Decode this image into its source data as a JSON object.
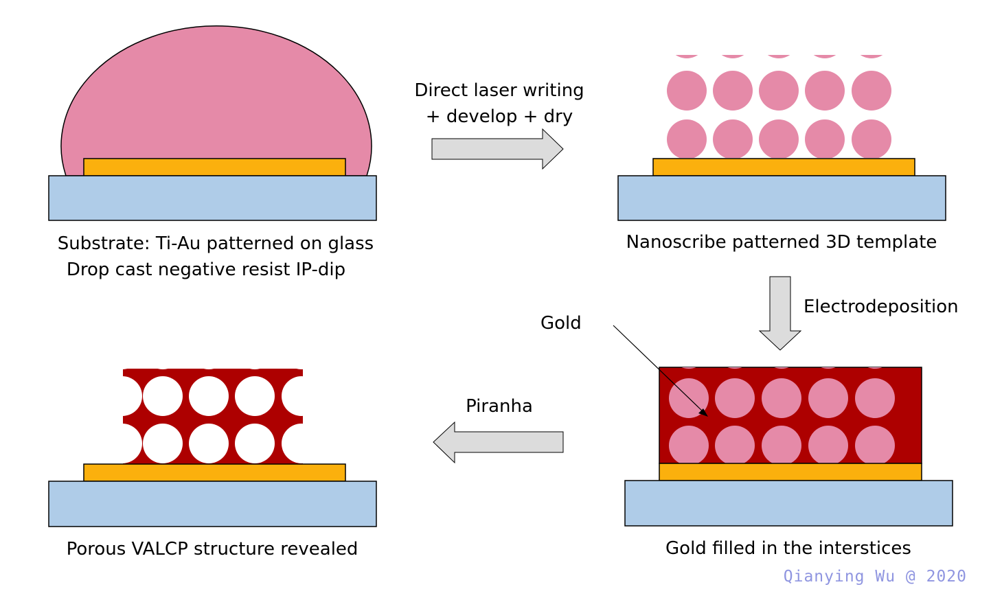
{
  "colors": {
    "substrate": "#afcce8",
    "ti_au": "#fbb00d",
    "resist": "#e58aa8",
    "gold": "#ad0000",
    "arrow_fill": "#dcdcdc",
    "outline": "#000000",
    "watermark": "#8f95e0"
  },
  "steps": {
    "step1": {
      "caption_line1": "Substrate: Ti-Au patterned on glass",
      "caption_line2": "Drop cast negative resist IP-dip"
    },
    "step2": {
      "caption": "Nanoscribe patterned 3D template"
    },
    "step3": {
      "caption": "Gold filled in the interstices",
      "label": "Gold"
    },
    "step4": {
      "caption": "Porous VALCP structure revealed"
    }
  },
  "arrows": {
    "a1_line1": "Direct laser writing",
    "a1_line2": "+ develop + dry",
    "a2": "Electrodeposition",
    "a3": "Piranha"
  },
  "watermark": "Qianying Wu @ 2020"
}
